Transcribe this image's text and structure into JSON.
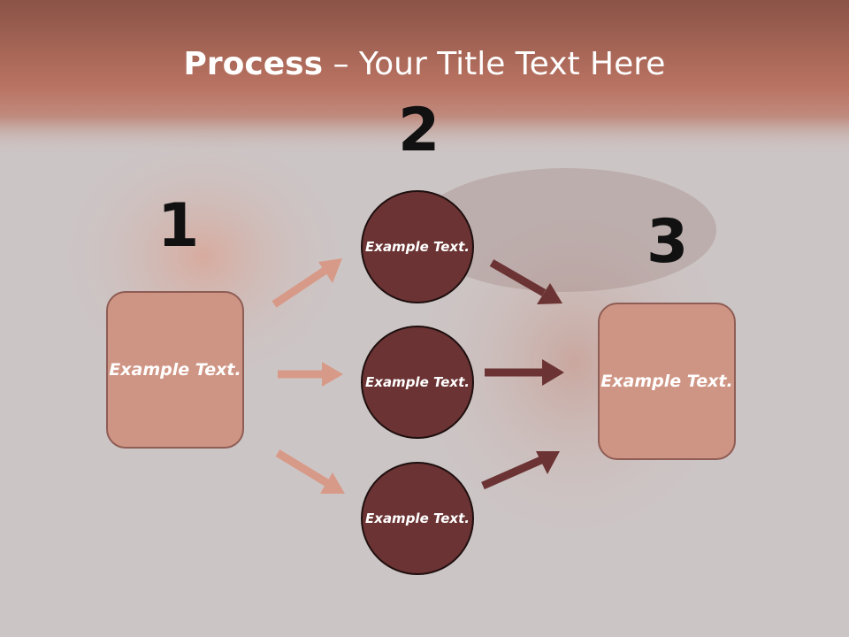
{
  "title": {
    "bold": "Process",
    "rest": " – Your Title Text Here"
  },
  "steps": [
    {
      "number": "1",
      "text": "Example Text."
    },
    {
      "number": "2",
      "text": "Example Text."
    },
    {
      "number": "3",
      "text": "Example Text."
    }
  ],
  "circles": [
    {
      "text": "Example Text."
    },
    {
      "text": "Example Text."
    },
    {
      "text": "Example Text."
    }
  ],
  "colors": {
    "header_band": "#b97261",
    "box_fill": "#cf9584",
    "circle_fill": "#6b3333",
    "arrow_light": "#d89a88",
    "arrow_dark": "#6b3333"
  }
}
